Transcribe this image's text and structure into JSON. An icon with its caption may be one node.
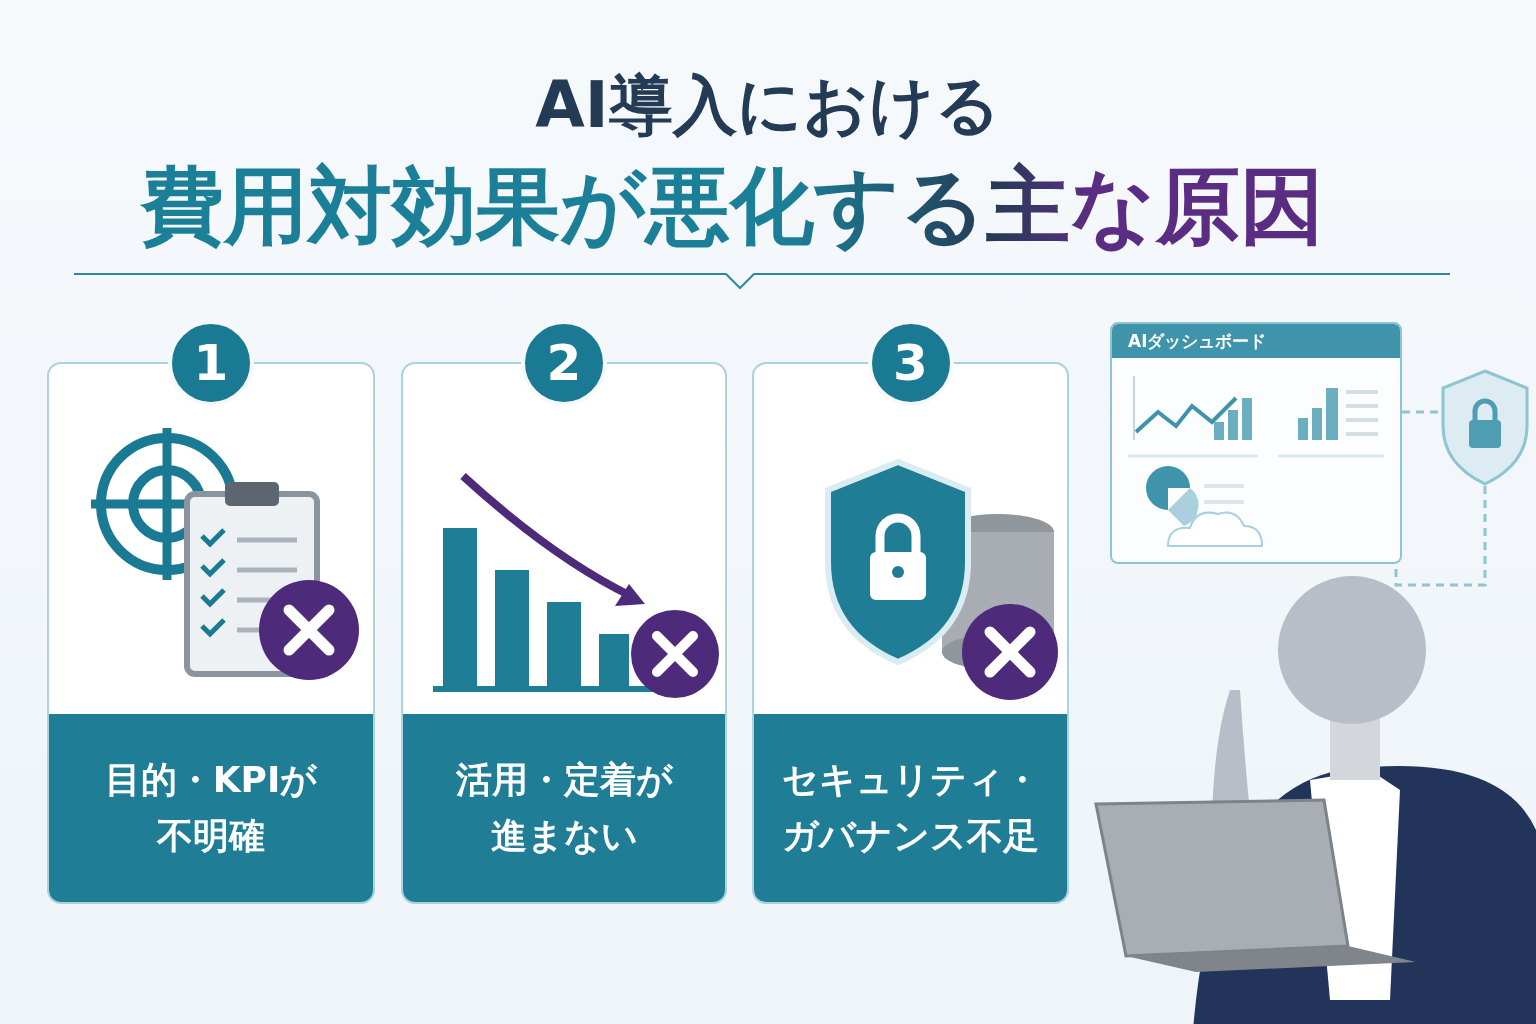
{
  "diagram": {
    "title": "AI導入における",
    "nodes": [
      {
        "text": [
          "1",
          "目的・KPIが不明確"
        ]
      },
      {
        "text": [
          "2",
          "活用・定着が進まない"
        ]
      },
      {
        "text": [
          "3",
          "セキュリティ・ガバナンス不足"
        ]
      },
      {
        "text": [
          "AIダッシュボード"
        ]
      },
      {
        "text": [],
        "shape": "shield"
      }
    ],
    "edges": [
      {
        "from": 3,
        "to": 4,
        "arrow": "none",
        "style": "dashed"
      },
      {
        "from": 4,
        "to": 3,
        "arrow": "none",
        "style": "dashed"
      }
    ],
    "labels": [
      "費用対効果が悪化する主な原因"
    ]
  }
}
